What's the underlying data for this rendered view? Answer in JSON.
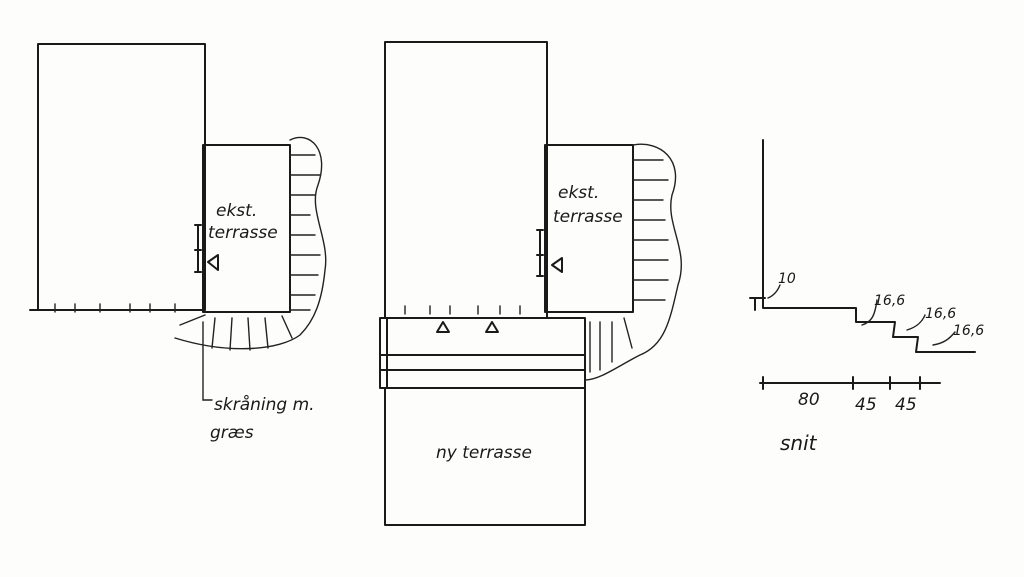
{
  "plan_existing": {
    "terrace_label_1": "ekst.",
    "terrace_label_2": "terrasse",
    "slope_label_1": "skråning m.",
    "slope_label_2": "græs"
  },
  "plan_new": {
    "terrace_label_1": "ekst.",
    "terrace_label_2": "terrasse",
    "new_terrace_label": "ny terrasse"
  },
  "section": {
    "title": "snit",
    "top_height": "10",
    "step_heights": [
      "16,6",
      "16,6",
      "16,6"
    ],
    "widths": [
      "80",
      "45",
      "45"
    ]
  }
}
